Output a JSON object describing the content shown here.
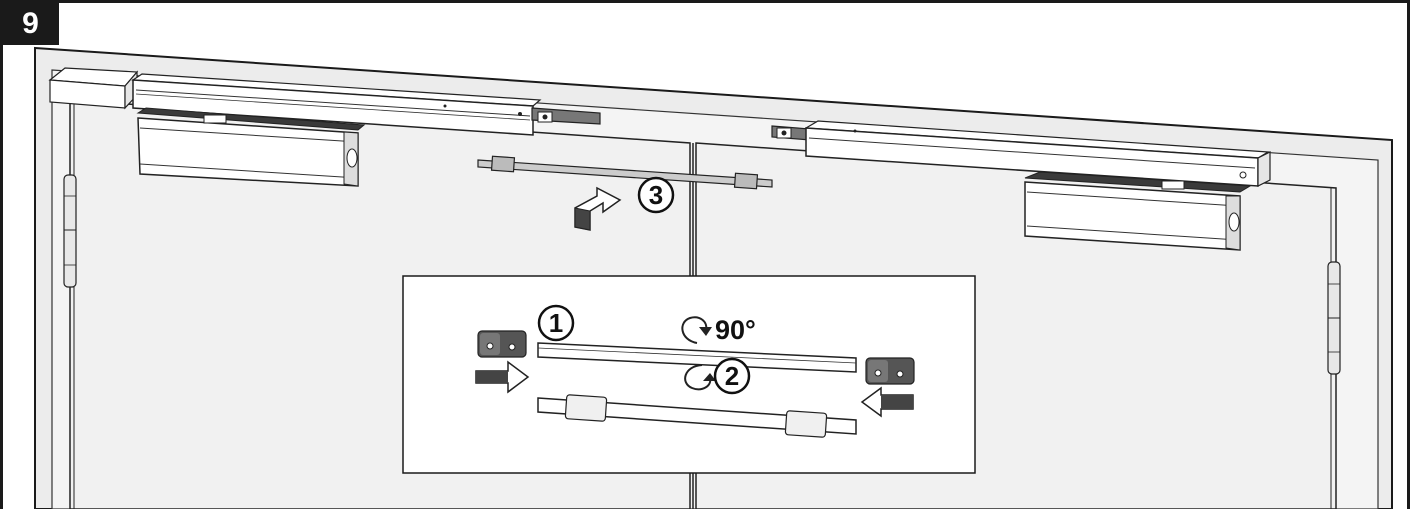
{
  "step": {
    "number": "9"
  },
  "callouts": {
    "one": "1",
    "two": "2",
    "three": "3"
  },
  "rotation": {
    "angle_label": "90°"
  },
  "colors": {
    "frame": "#1a1a1a",
    "door_fill": "#f2f2f2",
    "closer_fill": "#ffffff",
    "rod_fill": "#d9d9d9",
    "dark_part": "#555555"
  }
}
